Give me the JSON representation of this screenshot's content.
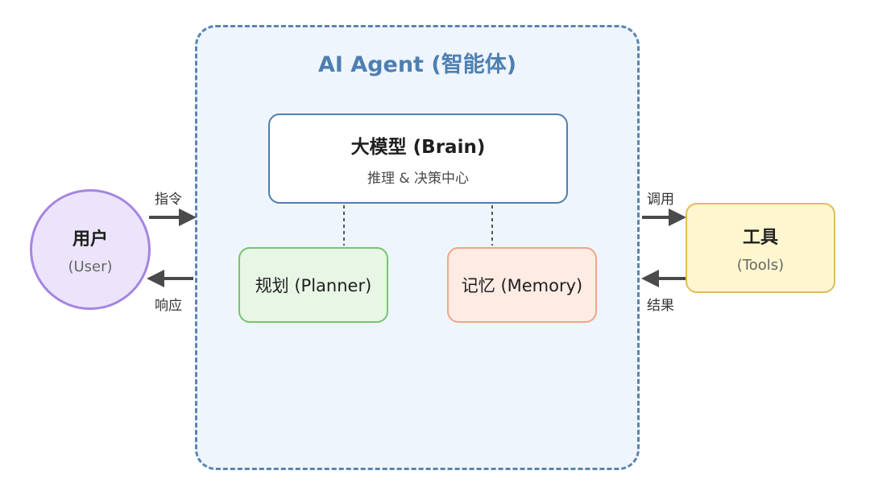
{
  "agent": {
    "title": "AI Agent (智能体)"
  },
  "brain": {
    "title": "大模型 (Brain)",
    "subtitle": "推理 & 决策中心"
  },
  "planner": {
    "label": "规划 (Planner)"
  },
  "memory": {
    "label": "记忆 (Memory)"
  },
  "user": {
    "title": "用户",
    "subtitle": "(User)"
  },
  "tools": {
    "title": "工具",
    "subtitle": "(Tools)"
  },
  "edges": {
    "instruction": "指令",
    "response": "响应",
    "invoke": "调用",
    "result": "结果"
  },
  "colors": {
    "agent_border": "#5b84b1",
    "agent_fill": "#eef5fd",
    "planner_border": "#77c46e",
    "memory_border": "#f0a58a",
    "user_border": "#a585e0",
    "tools_border": "#e0bd55",
    "arrow": "#4a4a4a"
  }
}
